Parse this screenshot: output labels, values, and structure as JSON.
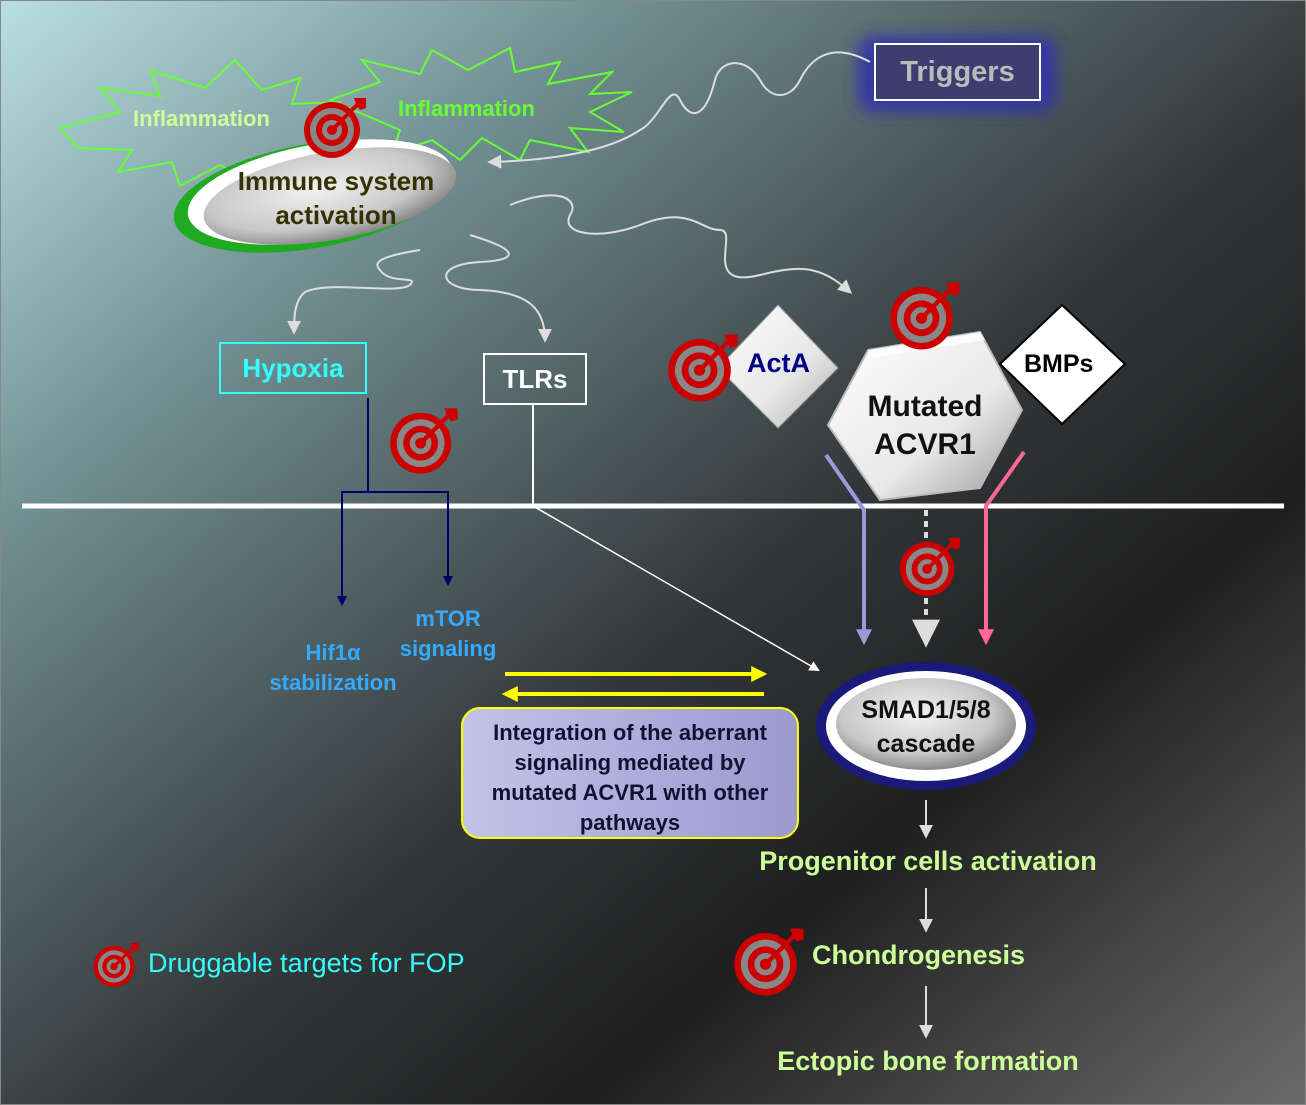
{
  "labels": {
    "triggers": "Triggers",
    "inflammation_left": "Inflammation",
    "inflammation_right": "Inflammation",
    "immune_line1": "Immune system",
    "immune_line2": "activation",
    "hypoxia": "Hypoxia",
    "tlrs": "TLRs",
    "acta": "ActA",
    "bmps": "BMPs",
    "mutated_line1": "Mutated",
    "mutated_line2": "ACVR1",
    "hif_line1": "Hif1α",
    "hif_line2": "stabilization",
    "mtor_line1": "mTOR",
    "mtor_line2": "signaling",
    "integration_line1": "Integration of the aberrant",
    "integration_line2": "signaling mediated by",
    "integration_line3": "mutated ACVR1 with other",
    "integration_line4": "pathways",
    "smad_line1": "SMAD1/5/8",
    "smad_line2": "cascade",
    "progenitor": "Progenitor cells activation",
    "chondrogenesis": "Chondrogenesis",
    "ectopic": "Ectopic bone formation",
    "legend": "Druggable targets for FOP"
  },
  "colors": {
    "label_green": "#ccff99",
    "inflammation_bright": "#66ff33",
    "hypoxia_cyan": "#33ffff",
    "legend_cyan": "#33ffff",
    "blue_label": "#33aaff",
    "target_red": "#cc0000",
    "membrane": "#ffffff",
    "yellow_arrow": "#ffff00",
    "pink_arrow": "#ff6699",
    "lavender_arrow": "#9999dd",
    "navy_arrow": "#000066"
  },
  "icons": [
    "druggable-target-icon"
  ]
}
